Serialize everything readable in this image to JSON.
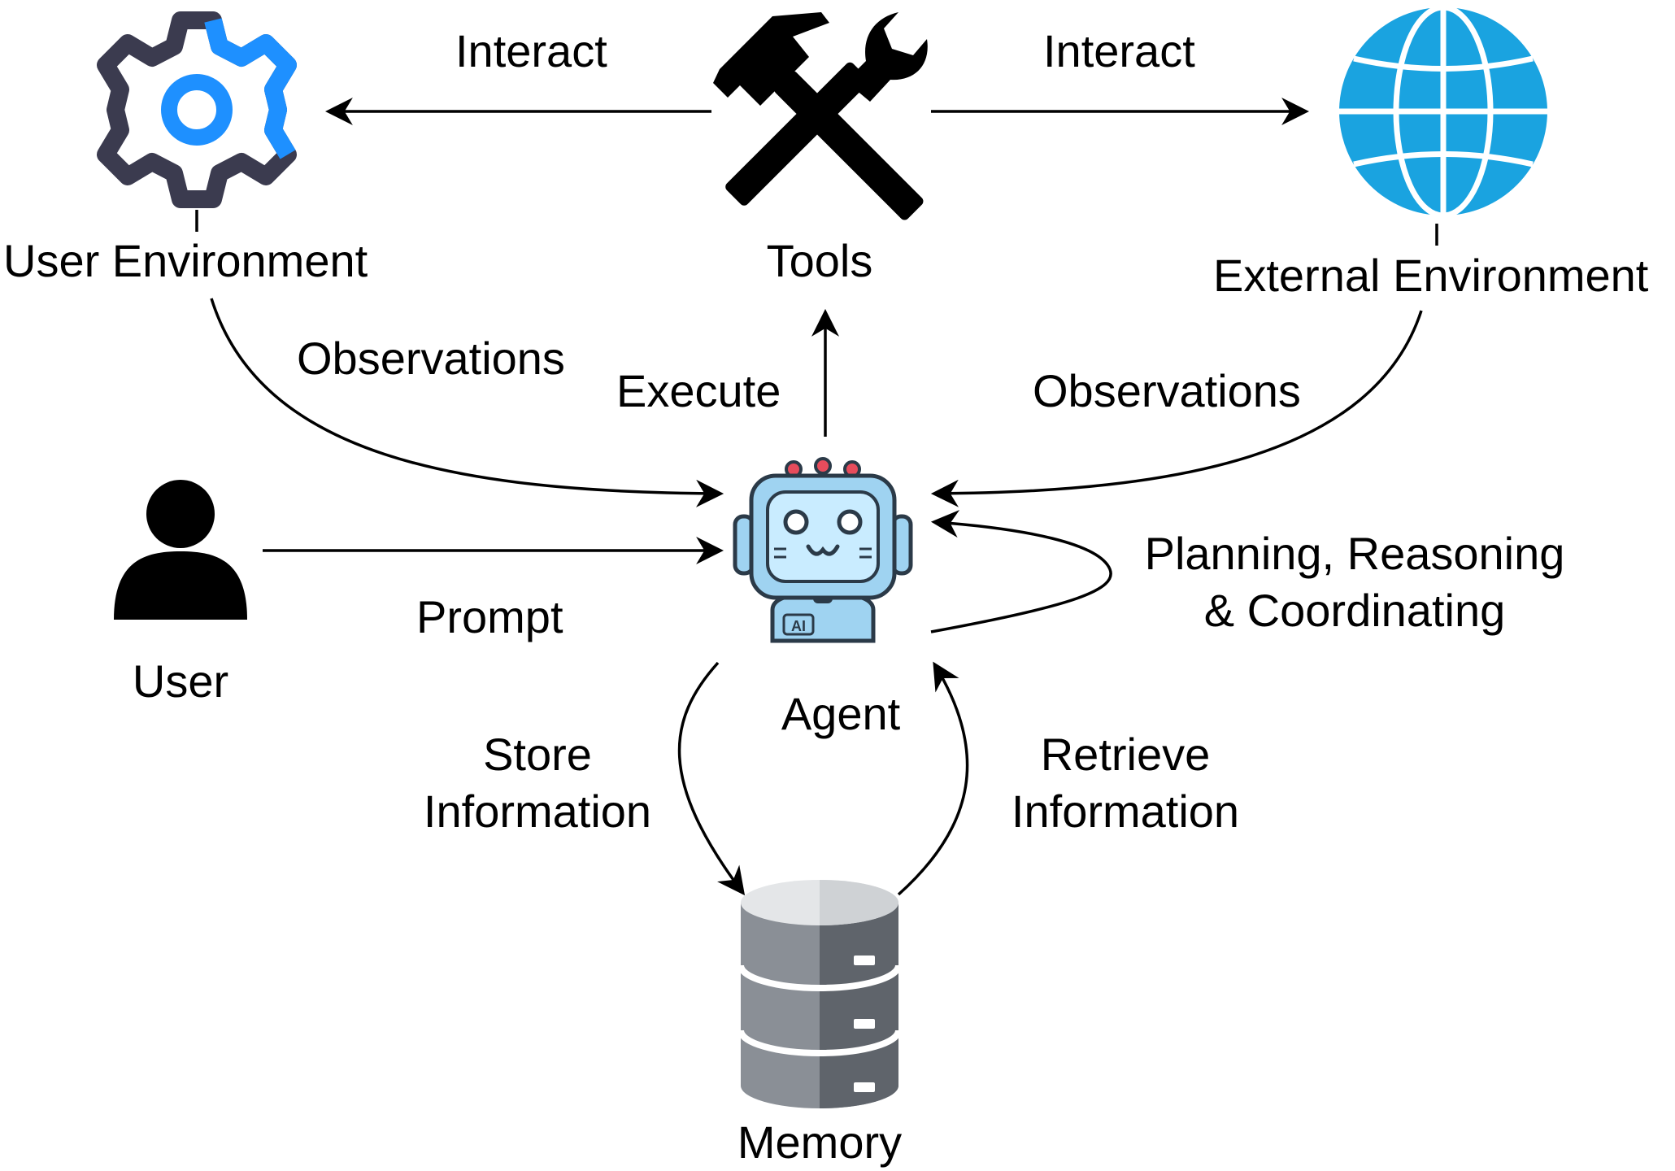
{
  "nodes": {
    "user_environment": {
      "label": "User Environment",
      "icon": "gear-icon"
    },
    "tools": {
      "label": "Tools",
      "icon": "hammer-wrench-icon"
    },
    "external_environment": {
      "label": "External Environment",
      "icon": "globe-icon"
    },
    "user": {
      "label": "User",
      "icon": "person-icon"
    },
    "agent": {
      "label": "Agent",
      "icon": "robot-icon",
      "badge": "AI"
    },
    "memory": {
      "label": "Memory",
      "icon": "database-icon"
    }
  },
  "edges": {
    "interact_left": "Interact",
    "interact_right": "Interact",
    "observations_left": "Observations",
    "observations_right": "Observations",
    "execute": "Execute",
    "prompt": "Prompt",
    "planning_line1": "Planning, Reasoning",
    "planning_line2": "& Coordinating",
    "store_line1": "Store",
    "store_line2": "Information",
    "retrieve_line1": "Retrieve",
    "retrieve_line2": "Information"
  },
  "colors": {
    "gear_dark": "#3b3b4f",
    "gear_accent": "#1e90ff",
    "globe": "#1aa3e0",
    "robot_face": "#9fd3f1",
    "robot_screen": "#c9ecff",
    "robot_dark": "#2b3a48",
    "robot_lights": "#e74c5c",
    "database_light": "#8a8f96",
    "database_dark": "#5f646b",
    "database_top": "#e4e6e8"
  }
}
